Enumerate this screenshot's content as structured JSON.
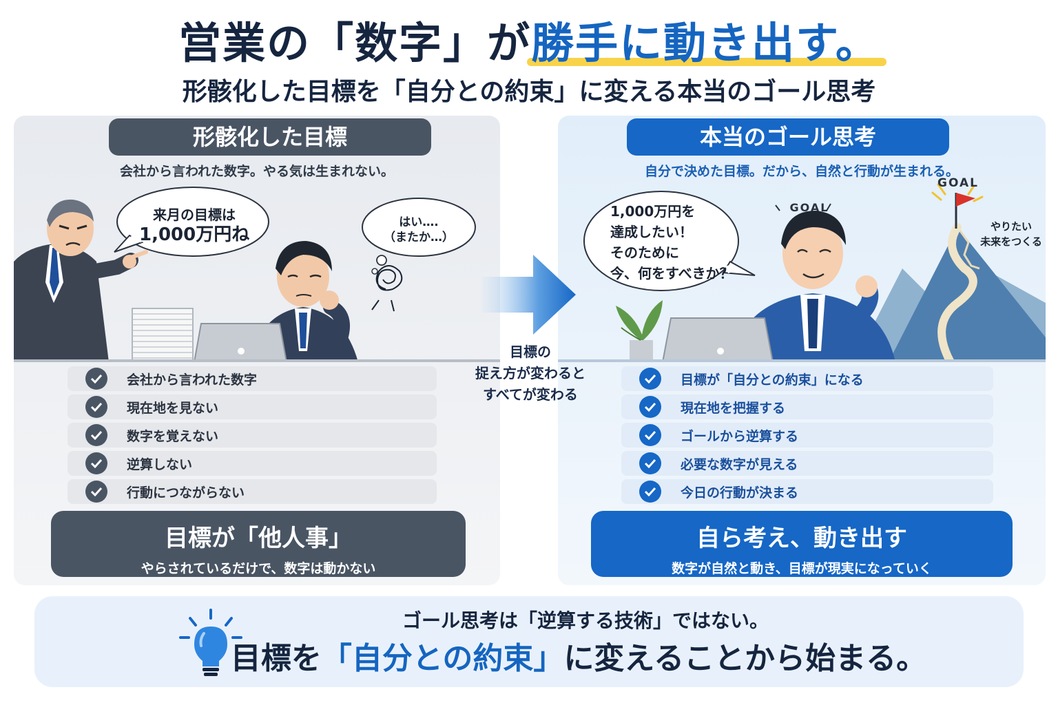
{
  "header": {
    "title_pre": "営業の「数字」が",
    "title_accent": "勝手に動き出す。",
    "subtitle": "形骸化した目標を「自分との約束」に変える本当のゴール思考"
  },
  "left": {
    "heading": "形骸化した目標",
    "subheading": "会社から言われた数字。やる気は生まれない。",
    "boss_bubble": [
      "来月の目標は",
      "1,000万円ね"
    ],
    "worker_bubble": [
      "はい….",
      "（またか…）"
    ],
    "checklist": [
      "会社から言われた数字",
      "現在地を見ない",
      "数字を覚えない",
      "逆算しない",
      "行動につながらない"
    ],
    "result_title": "目標が「他人事」",
    "result_sub": "やらされているだけで、数字は動かない"
  },
  "center": {
    "caption": [
      "目標の",
      "捉え方が変わると",
      "すべてが変わる"
    ]
  },
  "right": {
    "heading": "本当のゴール思考",
    "subheading": "自分で決めた目標。だから、自然と行動が生まれる。",
    "bubble": [
      "1,000万円を",
      "達成したい！",
      "そのために",
      "今、何をすべきか？"
    ],
    "goal_small": "GOAL",
    "goal_flag": "GOAL",
    "mountain_note": [
      "やりたい",
      "未来をつくる"
    ],
    "checklist": [
      "目標が「自分との約束」になる",
      "現在地を把握する",
      "ゴールから逆算する",
      "必要な数字が見える",
      "今日の行動が決まる"
    ],
    "result_title": "自ら考え、動き出す",
    "result_sub": "数字が自然と動き、目標が現実になっていく"
  },
  "banner": {
    "top": "ゴール思考は「逆算する技術」ではない。",
    "main_pre": "目標を",
    "main_accent": "「自分との約束」",
    "main_post": "に変えることから始まる。"
  },
  "colors": {
    "navy": "#16253f",
    "accent_blue": "#1565c0",
    "gray_panel": "#4a5564",
    "blue_panel": "#1667c6",
    "highlight": "#f8d34a"
  }
}
